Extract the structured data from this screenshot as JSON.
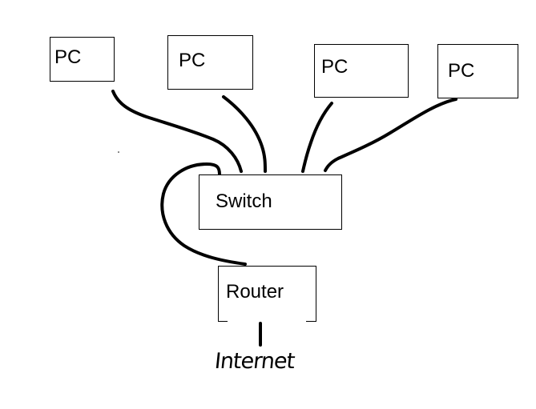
{
  "diagram": {
    "nodes": {
      "pc_1": "PC",
      "pc_2": "PC",
      "pc_3": "PC",
      "pc_4": "PC",
      "switch": "Switch",
      "router": "Router"
    },
    "internet_label": "Internet",
    "edges": [
      {
        "from": "pc_1",
        "to": "switch"
      },
      {
        "from": "pc_2",
        "to": "switch"
      },
      {
        "from": "pc_3",
        "to": "switch"
      },
      {
        "from": "pc_4",
        "to": "switch"
      },
      {
        "from": "switch",
        "to": "router"
      },
      {
        "from": "router",
        "to": "internet"
      }
    ],
    "colors": {
      "stroke": "#000000",
      "background": "#ffffff"
    }
  }
}
